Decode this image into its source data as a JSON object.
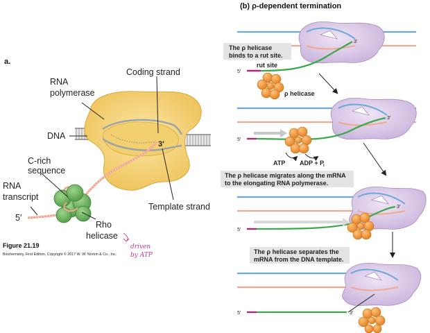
{
  "panel_a": {
    "label": "a.",
    "rna_polymerase": [
      "RNA",
      "polymerase"
    ],
    "coding_strand": "Coding strand",
    "dna": "DNA",
    "three_prime": "3′",
    "c_rich": [
      "C-rich",
      "sequence"
    ],
    "rna_transcript": [
      "RNA",
      "transcript"
    ],
    "five_prime": "5′",
    "template_strand": "Template strand",
    "rho_helicase": [
      "Rho",
      "helicase"
    ],
    "handwritten_note": [
      "driven",
      "by ATP"
    ],
    "figure_caption": "Figure 21.19",
    "credit": "Biochemistry, First Edition, Copyright © 2017 W. W. Norton & Co., Inc."
  },
  "panel_b": {
    "title": "(b) ρ-dependent termination",
    "step1": [
      "The ρ helicase",
      "binds to a rut site."
    ],
    "rut_site": "rut site",
    "rho_label": "ρ helicase",
    "atp": "ATP",
    "adp": "ADP + P",
    "adp_sub": "i",
    "step2": [
      "The ρ helicase migrates along the mRNA",
      "to the elongating RNA polymerase."
    ],
    "step3": [
      "The ρ helicase separates the",
      "mRNA from the DNA template."
    ],
    "five_prime": "5′",
    "three_prime": "3′"
  },
  "colors": {
    "polymerase": "#f6d77c",
    "polymerase_dark": "#e8bb48",
    "rho_green": "#7cc06a",
    "rho_orange": "#f19a3e",
    "purple_poly": "#d9c8e6",
    "blue_strand": "#6aa8dc",
    "pink_strand": "#f0a890",
    "mrna_green": "#3aa84a",
    "magenta": "#b0267f",
    "grey_box": "#e4e4e4"
  }
}
